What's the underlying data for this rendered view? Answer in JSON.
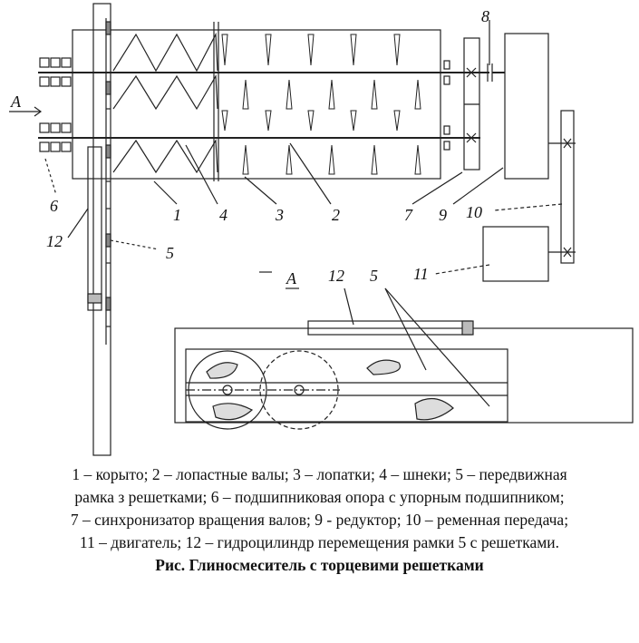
{
  "figure": {
    "labels": {
      "l1": "1",
      "l2": "2",
      "l3": "3",
      "l4": "4",
      "l5": "5",
      "l6": "6",
      "l7": "7",
      "l8": "8",
      "l9": "9",
      "l10": "10",
      "l11": "11",
      "l12": "12",
      "view_a_arrow": "A",
      "view_a": "A",
      "view_12": "12",
      "view_5": "5"
    }
  },
  "caption": {
    "lines": [
      "1 – корыто; 2 – лопастные валы; 3 – лопатки; 4 – шнеки; 5 – передвижная",
      "рамка з решетками;  6 – подшипниковая опора с упорным подшипником;",
      "7 – синхронизатор вращения валов; 9 - редуктор; 10 – ременная передача;",
      "11 – двигатель; 12 – гидроцилиндр перемещения рамки 5 с решетками."
    ],
    "title": "Рис.  Глиносмеситель с торцевими решетками"
  }
}
